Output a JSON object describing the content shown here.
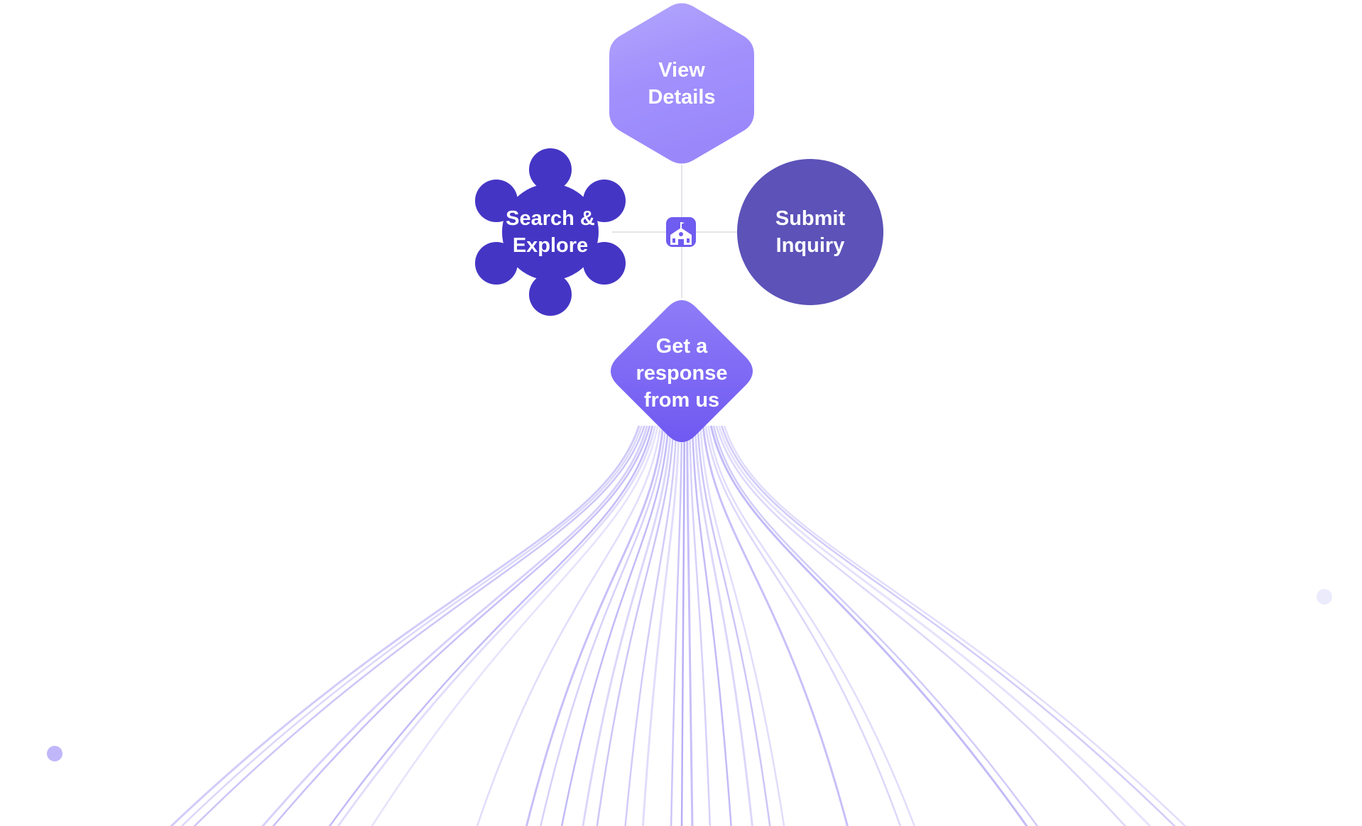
{
  "colors": {
    "view_details": "#a291fc",
    "search_explore": "#4535c5",
    "submit_inquiry": "#5c52b8",
    "get_response": "#7a66f4",
    "hub_icon": "#6f5cf0",
    "connector": "#e6e6ea",
    "stream": "#9a8df2"
  },
  "hub": {
    "icon": "school-building-icon"
  },
  "nodes": {
    "view_details": {
      "lines": [
        "View",
        "Details"
      ],
      "shape": "hexagon"
    },
    "search_explore": {
      "lines": [
        "Search &",
        "Explore"
      ],
      "shape": "flower"
    },
    "submit_inquiry": {
      "lines": [
        "Submit",
        "Inquiry"
      ],
      "shape": "circle"
    },
    "get_response": {
      "lines": [
        "Get a",
        "response",
        "from us"
      ],
      "shape": "diamond"
    }
  }
}
